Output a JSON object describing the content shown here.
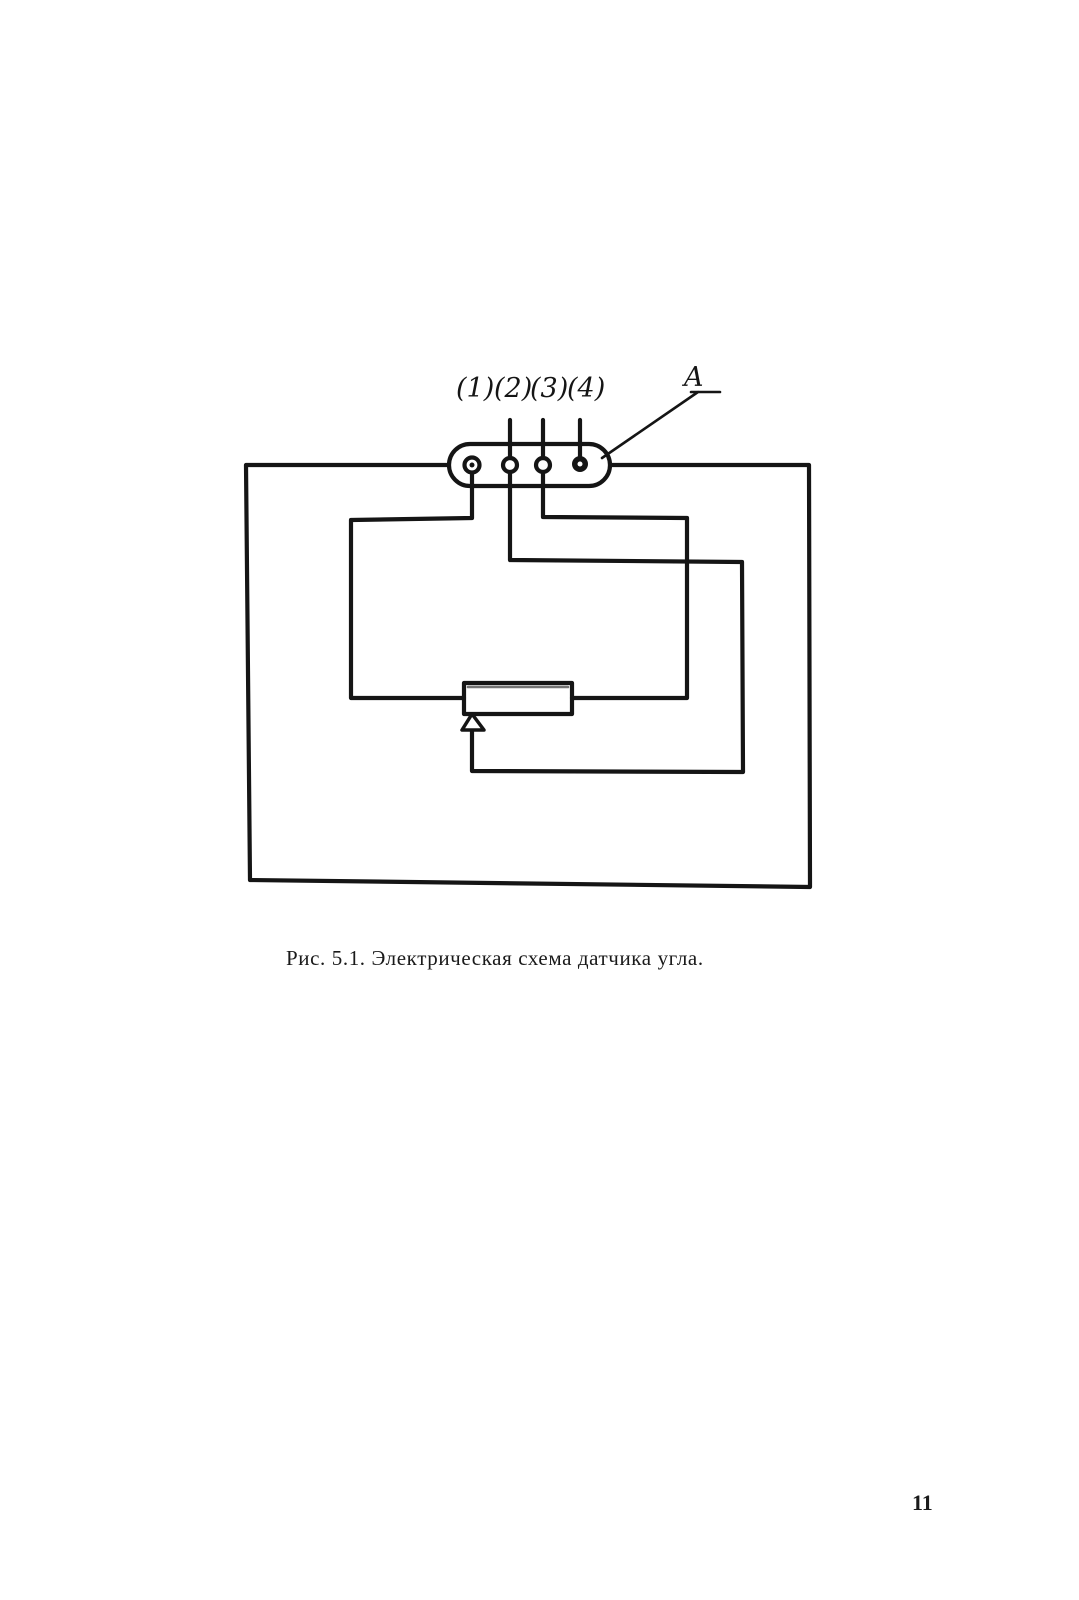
{
  "diagram": {
    "pins": [
      "(1)",
      "(2)",
      "(3)",
      "(4)"
    ],
    "connector_label": "A"
  },
  "caption": "Рис. 5.1. Электрическая схема датчика угла.",
  "page_number": "11"
}
